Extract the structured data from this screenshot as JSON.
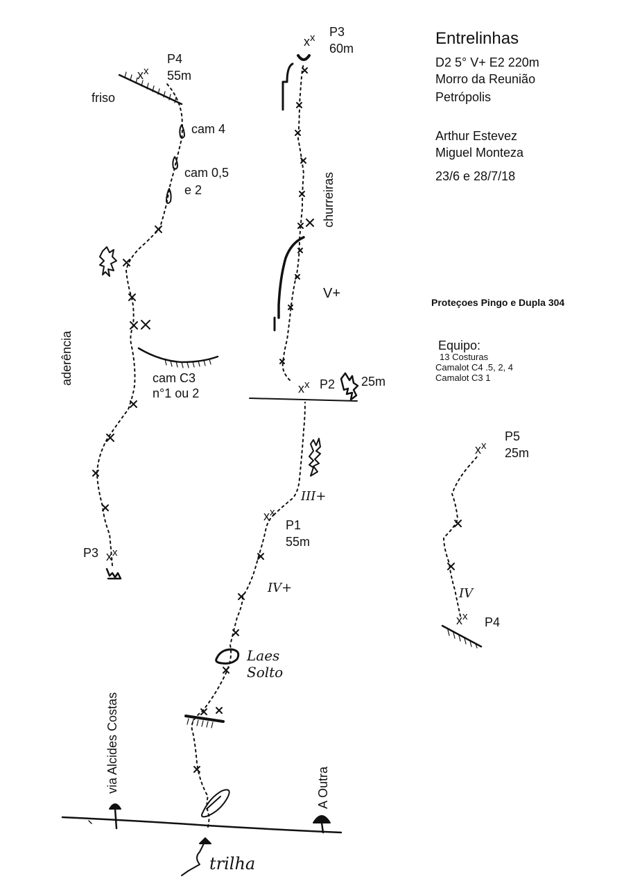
{
  "title": {
    "name": "Entrelinhas",
    "grade": "D2 5° V+ E2 220m",
    "place": "Morro da Reunião",
    "city": "Petrópolis"
  },
  "authors": {
    "line1": "Arthur Estevez",
    "line2": "Miguel Monteza",
    "dates": "23/6 e 28/7/18"
  },
  "protections_note": "Proteçoes Pingo e Dupla 304",
  "equipment": {
    "heading": "Equipo:",
    "items": [
      "13 Costuras",
      "Camalot C4 .5, 2, 4",
      "Camalot C3 1"
    ]
  },
  "left_column": {
    "p4_label": "P4",
    "p4_length": "55m",
    "friso": "friso",
    "cam4": "cam 4",
    "cam05_line1": "cam 0,5",
    "cam05_line2": "e 2",
    "aderencia": "aderência",
    "camc3_line1": "cam C3",
    "camc3_line2": "n°1 ou 2",
    "p3_label": "P3"
  },
  "middle_column": {
    "p3_label": "P3",
    "p3_length": "60m",
    "churreiras": "churreiras",
    "grade_vplus": "V+",
    "p2_label": "P2",
    "p2_length": "25m",
    "grade_iii": "III+",
    "p1_label": "P1",
    "p1_length": "55m",
    "grade_iv": "IV+",
    "laes_line1": "Laes",
    "laes_line2": "Solto"
  },
  "right_column": {
    "p5_label": "P5",
    "p5_length": "25m",
    "grade_iv": "IV",
    "p4_label": "P4"
  },
  "ground": {
    "alcides": "via Alcides Costas",
    "outra": "A Outra",
    "trilha": "trilha"
  },
  "colors": {
    "ink": "#111111",
    "background": "#ffffff"
  }
}
